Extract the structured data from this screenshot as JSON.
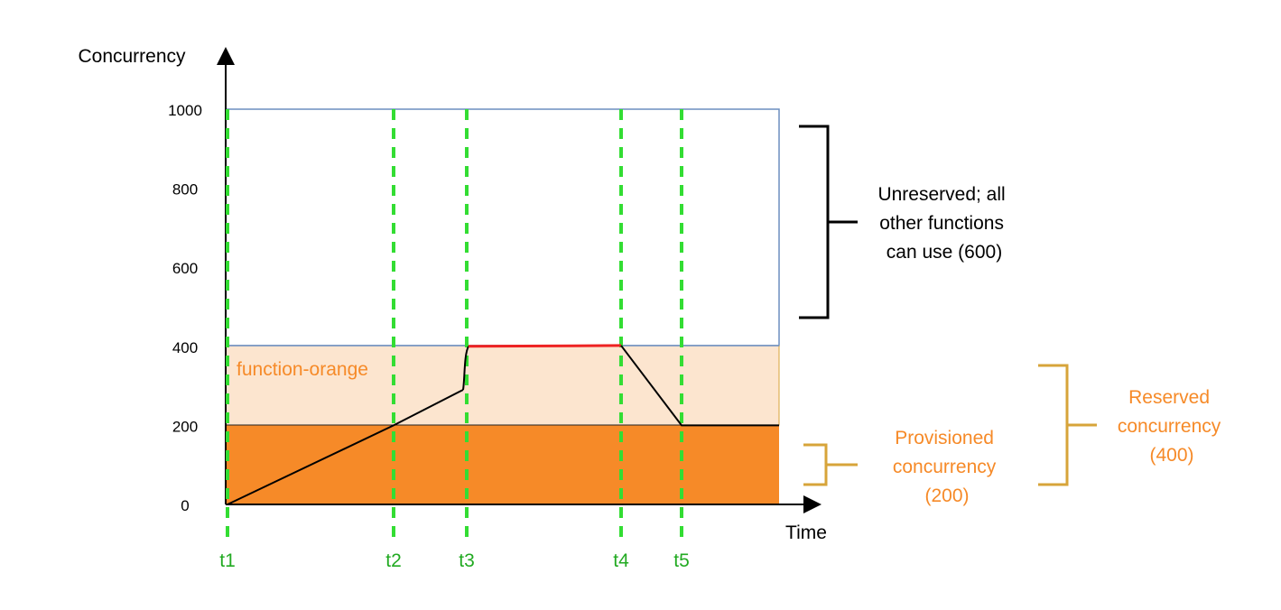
{
  "chart_data": {
    "type": "line",
    "title": "",
    "ylabel": "Concurrency",
    "xlabel": "Time",
    "ylim": [
      0,
      1000
    ],
    "y_ticks": [
      "0",
      "200",
      "400",
      "600",
      "800",
      "1000"
    ],
    "time_markers": [
      "t1",
      "t2",
      "t3",
      "t4",
      "t5"
    ],
    "zones": {
      "unreserved": {
        "label": "Unreserved; all other functions can use (600)",
        "lines": [
          "Unreserved; all",
          "other functions",
          "can use (600)"
        ]
      },
      "function_name": "function-orange",
      "provisioned": {
        "label": "Provisioned concurrency (200)",
        "lines": [
          "Provisioned",
          "concurrency",
          "(200)"
        ]
      },
      "reserved": {
        "label": "Reserved concurrency (400)",
        "lines": [
          "Reserved",
          "concurrency",
          "(400)"
        ]
      }
    },
    "colors": {
      "provisioned_fill": "#F68A28",
      "reserved_fill": "#FCE5CF",
      "unreserved_border": "#6C8EBF",
      "marker_line": "#33DD33",
      "marker_label": "#22AA22",
      "throttled_line": "#EE2222",
      "orange_text": "#F68A28",
      "bracket_gold": "#D7A43A"
    }
  }
}
